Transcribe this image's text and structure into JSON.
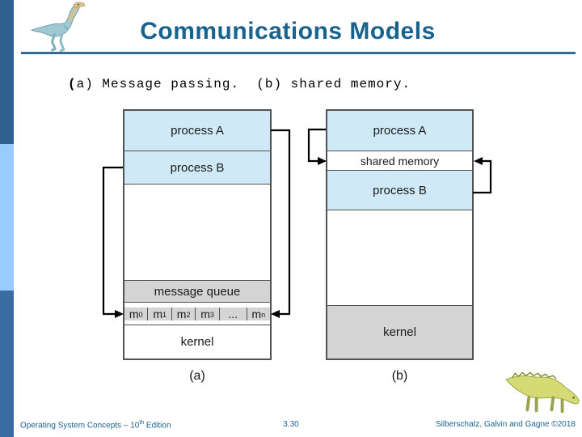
{
  "page": {
    "title": "Communications Models"
  },
  "caption": {
    "bold_paren": "(",
    "text": "a) Message passing.  (b) shared memory."
  },
  "diagram_a": {
    "rows": {
      "process_a": "process A",
      "process_b": "process B",
      "message_queue": "message queue",
      "kernel": "kernel"
    },
    "queue_cells": [
      {
        "base": "m",
        "sub": "0"
      },
      {
        "base": "m",
        "sub": "1"
      },
      {
        "base": "m",
        "sub": "2"
      },
      {
        "base": "m",
        "sub": "3"
      },
      {
        "base": "...",
        "sub": ""
      },
      {
        "base": "m",
        "sub": "n"
      }
    ],
    "label": "(a)"
  },
  "diagram_b": {
    "rows": {
      "process_a": "process A",
      "shared_memory": "shared memory",
      "process_b": "process B",
      "kernel": "kernel"
    },
    "label": "(b)"
  },
  "footer": {
    "left_prefix": "Operating System Concepts – 10",
    "left_sup": "th",
    "left_suffix": " Edition",
    "page_number": "3.30",
    "right": "Silberschatz, Galvin and Gagne ©2018"
  },
  "icons": {
    "top_left": "dinosaur-logo",
    "bottom_right": "dinosaur-footer"
  },
  "colors": {
    "title_text": "#18638d",
    "title_rule": "#35689d",
    "sidebar_top": "#30618f",
    "sidebar_middle": "#99ccfc",
    "sidebar_bottom": "#3a6ca1",
    "process_row_fill": "#cfe9f6",
    "gray_fill": "#d4d4d4",
    "box_border": "#515254",
    "arrow": "#000000",
    "footer_text": "#1d6491"
  }
}
